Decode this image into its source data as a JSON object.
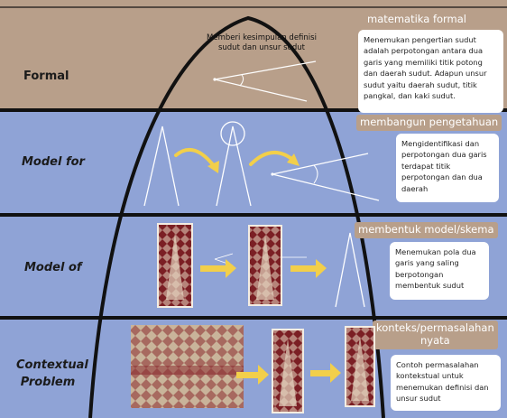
{
  "levels": {
    "formal": {
      "label": "Formal",
      "heading": "matematika formal",
      "conclusion": "Memberi kesimpulan definisi sudut dan unsur sudut",
      "note": "Menemukan pengertian sudut adalah perpotongan antara dua garis yang memiliki titik potong dan daerah sudut. Adapun unsur sudut yaitu daerah sudut, titik pangkal, dan kaki sudut."
    },
    "model_for": {
      "label": "Model for",
      "heading": "membangun pengetahuan",
      "note": "Mengidentifikasi dan perpotongan dua garis terdapat titik perpotongan dan dua daerah"
    },
    "model_of": {
      "label": "Model of",
      "heading": "membentuk model/skema",
      "note": "Menemukan pola dua garis yang saling berpotongan membentuk sudut"
    },
    "contextual": {
      "label_line1": "Contextual",
      "label_line2": "Problem",
      "heading_line1": "konteks/permasalahan",
      "heading_line2": "nyata",
      "note": "Contoh permasalahan kontekstual untuk menemukan definisi dan unsur sudut"
    }
  },
  "colors": {
    "formal_band": "#b89f8a",
    "model_band": "#8fa3d6",
    "arrow": "#f2cf4a",
    "fabric": "#7b1f24",
    "fabric_pattern": "#e6d6c0"
  },
  "icons": [
    "arrow-right-icon",
    "curved-arrow-icon"
  ]
}
